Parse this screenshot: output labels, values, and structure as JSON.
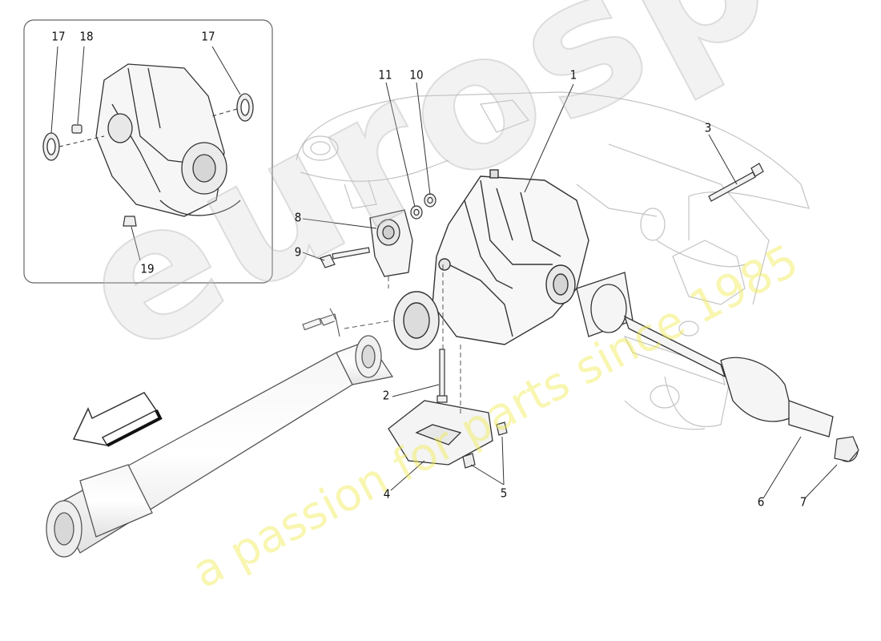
{
  "callouts": {
    "c1": "1",
    "c2": "2",
    "c3": "3",
    "c4": "4",
    "c5": "5",
    "c6": "6",
    "c7": "7",
    "c8": "8",
    "c9": "9",
    "c10": "10",
    "c11": "11",
    "inset17a": "17",
    "inset18": "18",
    "inset17b": "17",
    "inset19": "19"
  },
  "watermark": {
    "brand": "eurospares",
    "tagline": "a passion for parts since 1985"
  },
  "colors": {
    "line": "#333333",
    "faint_line": "#b9b9b9",
    "watermark_yellow": "#f0eb50"
  },
  "icons": {
    "direction_arrow": "arrow-left-down-icon"
  }
}
